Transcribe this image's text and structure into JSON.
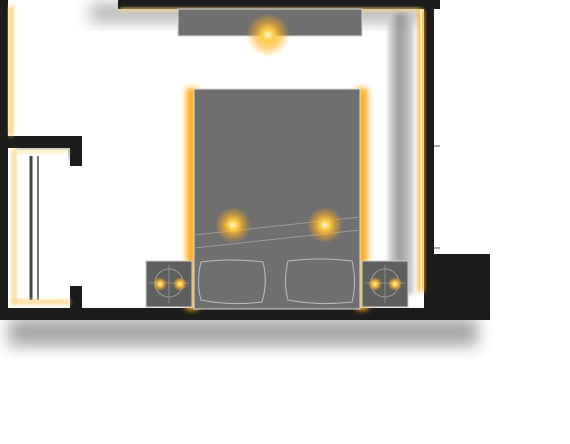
{
  "plan": {
    "room": "bedroom",
    "fixtures": [
      {
        "name": "bed",
        "pillows": 2
      },
      {
        "name": "nightstand",
        "count": 2
      },
      {
        "name": "ceiling-light",
        "count": 1
      },
      {
        "name": "reading-light",
        "count": 2
      },
      {
        "name": "nightstand-lamp",
        "count": 4
      },
      {
        "name": "wardrobe-panel",
        "count": 1
      }
    ],
    "colors": {
      "wall": "#1c1c1c",
      "glow": "#ffb020",
      "strip": "#ffe6a6",
      "bed": "#6f6f6f",
      "furniture_line": "#bdbdbd",
      "floor": "#ffffff"
    }
  }
}
